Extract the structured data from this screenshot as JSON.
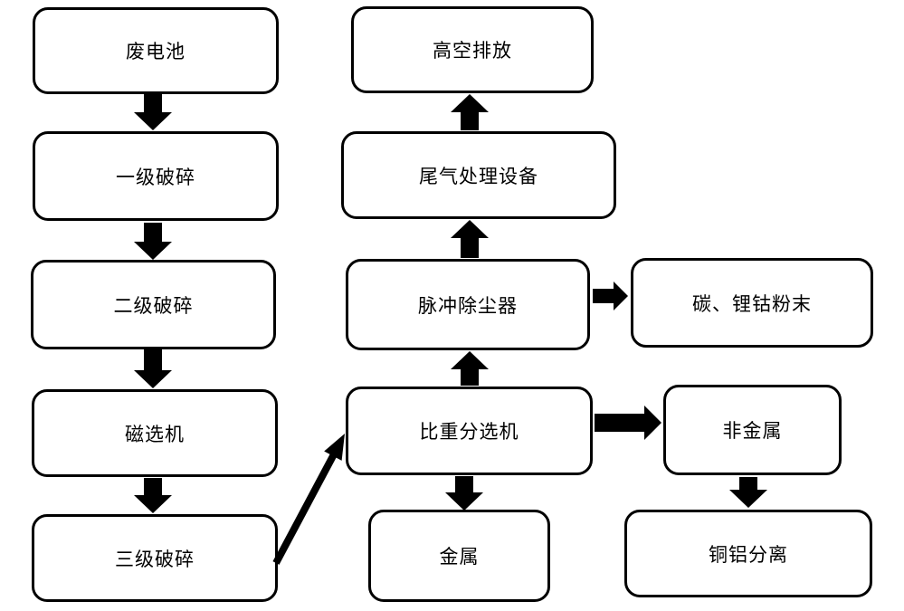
{
  "diagram": {
    "type": "flowchart",
    "background_color": "#ffffff",
    "node_fill_color": "#ffffff",
    "node_border_color": "#000000",
    "arrow_color": "#000000",
    "text_color": "#000000"
  },
  "nodes": [
    {
      "id": "waste-battery",
      "label": "废电池"
    },
    {
      "id": "primary-crushing",
      "label": "一级破碎"
    },
    {
      "id": "secondary-crushing",
      "label": "二级破碎"
    },
    {
      "id": "magnetic-separator",
      "label": "磁选机"
    },
    {
      "id": "tertiary-crushing",
      "label": "三级破碎"
    },
    {
      "id": "high-altitude-discharge",
      "label": "高空排放"
    },
    {
      "id": "exhaust-gas-treatment",
      "label": "尾气处理设备"
    },
    {
      "id": "pulse-dust-collector",
      "label": "脉冲除尘器"
    },
    {
      "id": "gravity-separator",
      "label": "比重分选机"
    },
    {
      "id": "metal",
      "label": "金属"
    },
    {
      "id": "carbon-lithium-cobalt-powder",
      "label": "碳、锂钴粉末"
    },
    {
      "id": "non-metal",
      "label": "非金属"
    },
    {
      "id": "copper-aluminum-separation",
      "label": "铜铝分离"
    }
  ],
  "edges": [
    {
      "from": "waste-battery",
      "to": "primary-crushing",
      "direction": "down"
    },
    {
      "from": "primary-crushing",
      "to": "secondary-crushing",
      "direction": "down"
    },
    {
      "from": "secondary-crushing",
      "to": "magnetic-separator",
      "direction": "down"
    },
    {
      "from": "magnetic-separator",
      "to": "tertiary-crushing",
      "direction": "down"
    },
    {
      "from": "tertiary-crushing",
      "to": "gravity-separator",
      "direction": "diagonal-up-right"
    },
    {
      "from": "gravity-separator",
      "to": "pulse-dust-collector",
      "direction": "up"
    },
    {
      "from": "pulse-dust-collector",
      "to": "exhaust-gas-treatment",
      "direction": "up"
    },
    {
      "from": "exhaust-gas-treatment",
      "to": "high-altitude-discharge",
      "direction": "up"
    },
    {
      "from": "pulse-dust-collector",
      "to": "carbon-lithium-cobalt-powder",
      "direction": "right"
    },
    {
      "from": "gravity-separator",
      "to": "non-metal",
      "direction": "right"
    },
    {
      "from": "gravity-separator",
      "to": "metal",
      "direction": "down"
    },
    {
      "from": "non-metal",
      "to": "copper-aluminum-separation",
      "direction": "down"
    }
  ]
}
